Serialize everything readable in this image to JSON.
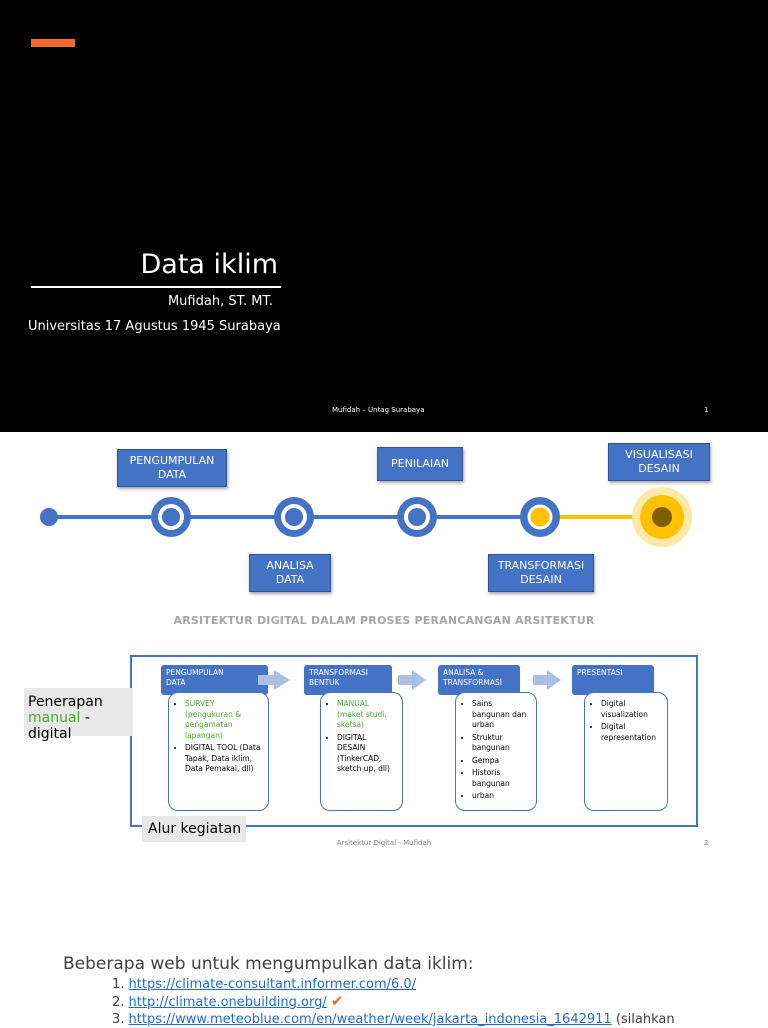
{
  "slide1": {
    "title": "Data iklim",
    "author": "Mufidah, ST. MT.",
    "university": "Universitas 17 Agustus 1945 Surabaya",
    "footer": "Mufidah – Untag Surabaya",
    "page": "1",
    "colors": {
      "background": "#000000",
      "accent": "#f26a2e"
    }
  },
  "slide2": {
    "timeline": {
      "top_labels": [
        {
          "line1": "PENGUMPULAN",
          "line2": "DATA"
        },
        {
          "line1": "PENILAIAN",
          "line2": ""
        },
        {
          "line1": "VISUALISASI",
          "line2": "DESAIN"
        }
      ],
      "bottom_labels": [
        {
          "line1": "ANALISA",
          "line2": "DATA"
        },
        {
          "line1": "TRANSFORMASI",
          "line2": "DESAIN"
        }
      ],
      "colors": {
        "line": "#4472c4",
        "highlight": "#ffc000"
      }
    },
    "diagram_title": "ARSITEKTUR DIGITAL DALAM PROSES PERANCANGAN ARSITEKTUR",
    "phases": [
      {
        "head": [
          "PENGUMPULAN",
          "DATA"
        ],
        "items": [
          {
            "text": "SURVEY",
            "sub": "(pengukuran & pengamatan lapangan)",
            "green": true
          },
          {
            "text": "DIGITAL TOOL (Data Tapak, Data iklim, Data Pemakai, dll)",
            "sub": "",
            "green": false
          }
        ]
      },
      {
        "head": [
          "TRANSFORMASI",
          "BENTUK"
        ],
        "items": [
          {
            "text": "MANUAL",
            "sub": "(maket studi, sketsa)",
            "green": true
          },
          {
            "text": "DIGITAL DESAIN",
            "sub": "(TinkerCAD, sketch up, dll)",
            "green": false
          }
        ]
      },
      {
        "head": [
          "ANALISA &",
          "TRANSFORMASI"
        ],
        "items": [
          {
            "text": "Sains bangunan dan urban",
            "sub": "",
            "green": false
          },
          {
            "text": "Struktur bangunan",
            "sub": "",
            "green": false
          },
          {
            "text": "Gempa",
            "sub": "",
            "green": false
          },
          {
            "text": "Historis bangunan",
            "sub": "",
            "green": false
          },
          {
            "text": "urban",
            "sub": "",
            "green": false
          }
        ]
      },
      {
        "head": [
          "PRESENTASI",
          ""
        ],
        "items": [
          {
            "text": "Digital visualization",
            "sub": "",
            "green": false
          },
          {
            "text": "Digital representation",
            "sub": "",
            "green": false
          }
        ]
      }
    ],
    "penerapan": {
      "word1": "Penerapan",
      "word2": "manual",
      "dash": " - digital"
    },
    "alur": "Alur kegiatan",
    "footer": "Arsitektur Digital - Mufidah",
    "page": "2"
  },
  "slide3": {
    "heading": "Beberapa web untuk mengumpulkan data iklim:",
    "links": [
      {
        "num": "1.",
        "url": "https://climate-consultant.informer.com/6.0/",
        "suffix": "",
        "checked": false
      },
      {
        "num": "2.",
        "url": "http://climate.onebuilding.org/",
        "suffix": "",
        "checked": true
      },
      {
        "num": "3.",
        "url": "https://www.meteoblue.com/en/weather/week/jakarta_indonesia_1642911",
        "suffix": " (silahkan",
        "checked": false
      }
    ],
    "check_icon": "check-mark-icon"
  }
}
